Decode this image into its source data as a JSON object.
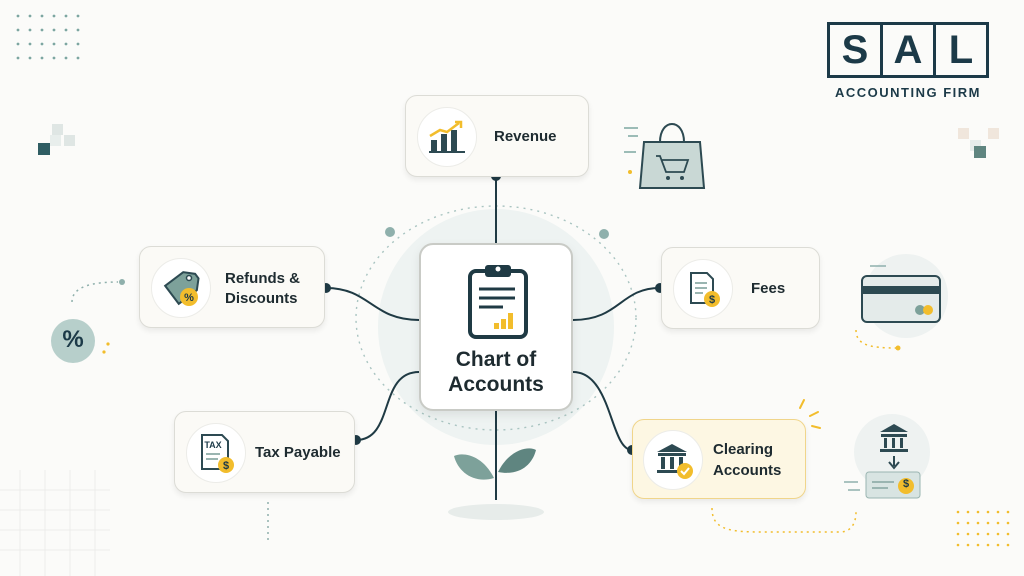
{
  "logo": {
    "letters": [
      "S",
      "A",
      "L"
    ],
    "tagline": "ACCOUNTING FIRM"
  },
  "center": {
    "title_line1": "Chart of",
    "title_line2": "Accounts",
    "icon": "clipboard-chart-icon"
  },
  "nodes": {
    "revenue": {
      "label": "Revenue",
      "icon": "bar-chart-up-icon"
    },
    "refunds": {
      "label_line1": "Refunds &",
      "label_line2": "Discounts",
      "icon": "price-tag-percent-icon"
    },
    "fees": {
      "label": "Fees",
      "icon": "document-dollar-icon"
    },
    "tax": {
      "label": "Tax Payable",
      "icon_text": "TAX",
      "icon": "tax-document-icon"
    },
    "clearing": {
      "label_line1": "Clearing",
      "label_line2": "Accounts",
      "icon": "bank-check-icon"
    }
  },
  "decor": {
    "percent_symbol": "%",
    "dollar_symbol": "$"
  },
  "colors": {
    "ink": "#1c3a48",
    "gold": "#f2bd2c",
    "teal": "#5f8b86",
    "highlight_border": "#f0d58a"
  }
}
